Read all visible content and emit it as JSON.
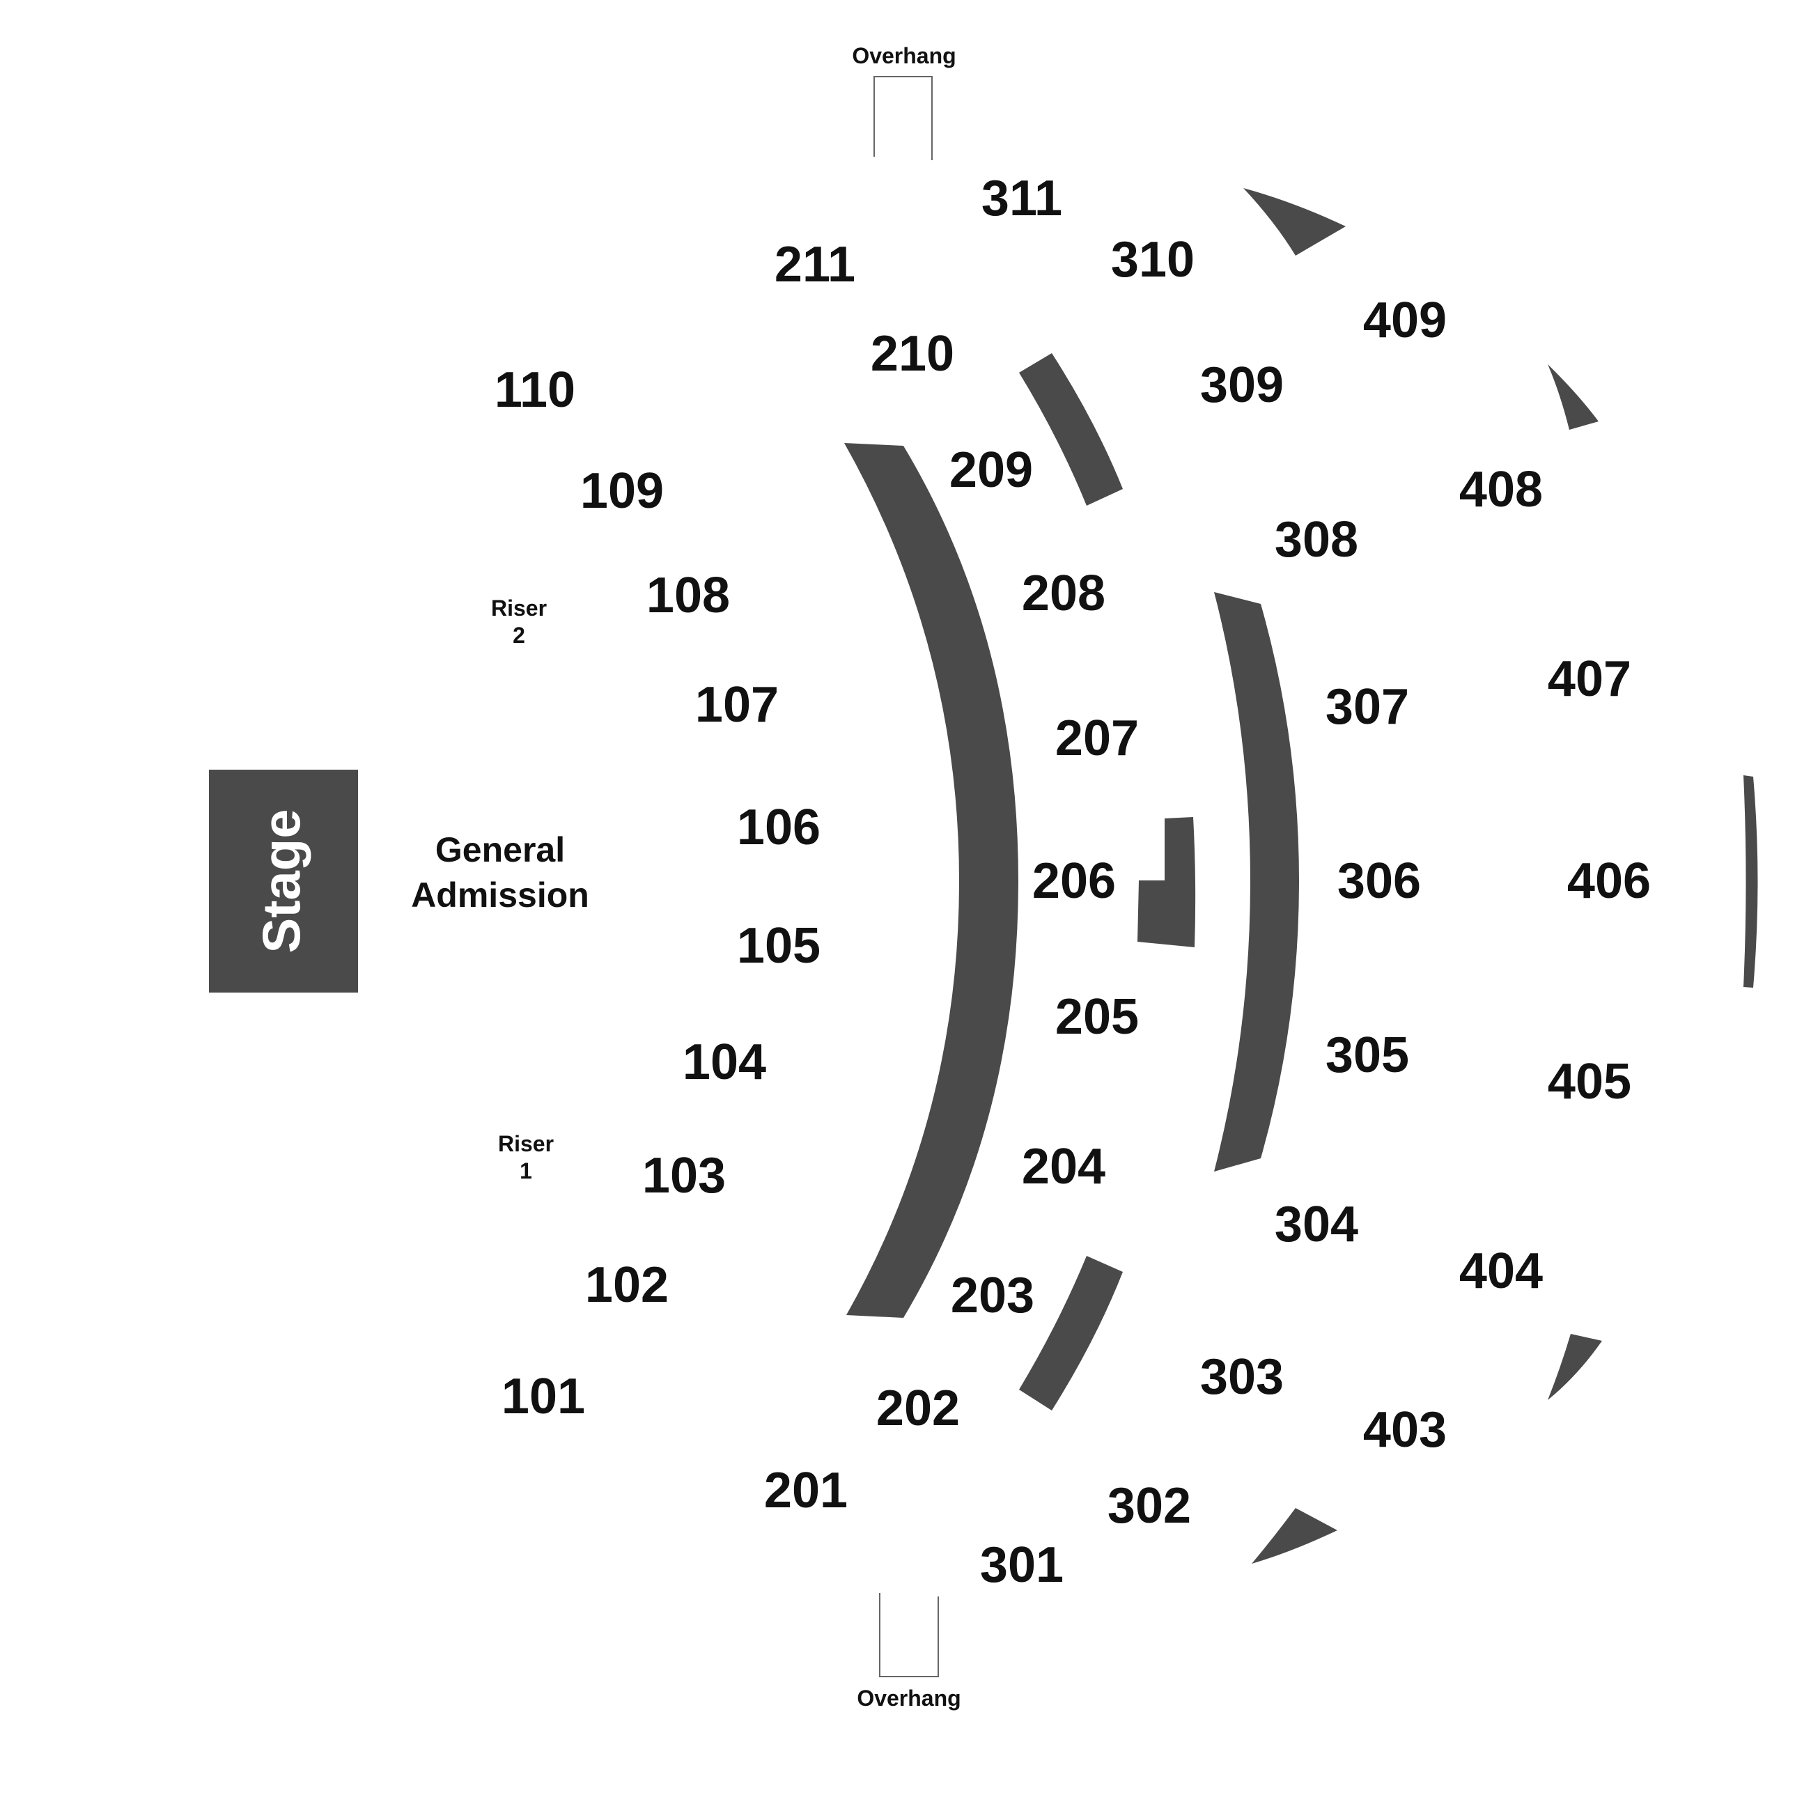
{
  "stage": {
    "label": "Stage",
    "color": "#4a4a4a"
  },
  "general_admission": {
    "line1": "General",
    "line2": "Admission"
  },
  "risers": [
    {
      "id": "riser-2",
      "line1": "Riser",
      "line2": "2"
    },
    {
      "id": "riser-1",
      "line1": "Riser",
      "line2": "1"
    }
  ],
  "overhangs": {
    "top": "Overhang",
    "bottom": "Overhang"
  },
  "sections": {
    "level_100": [
      "101",
      "102",
      "103",
      "104",
      "105",
      "106",
      "107",
      "108",
      "109",
      "110"
    ],
    "level_200": [
      "201",
      "202",
      "203",
      "204",
      "205",
      "206",
      "207",
      "208",
      "209",
      "210",
      "211"
    ],
    "level_300": [
      "301",
      "302",
      "303",
      "304",
      "305",
      "306",
      "307",
      "308",
      "309",
      "310",
      "311"
    ],
    "level_400": [
      "403",
      "404",
      "405",
      "406",
      "407",
      "408",
      "409"
    ]
  },
  "colors": {
    "barrier": "#4a4a4a",
    "text": "#111111",
    "background": "#ffffff"
  }
}
